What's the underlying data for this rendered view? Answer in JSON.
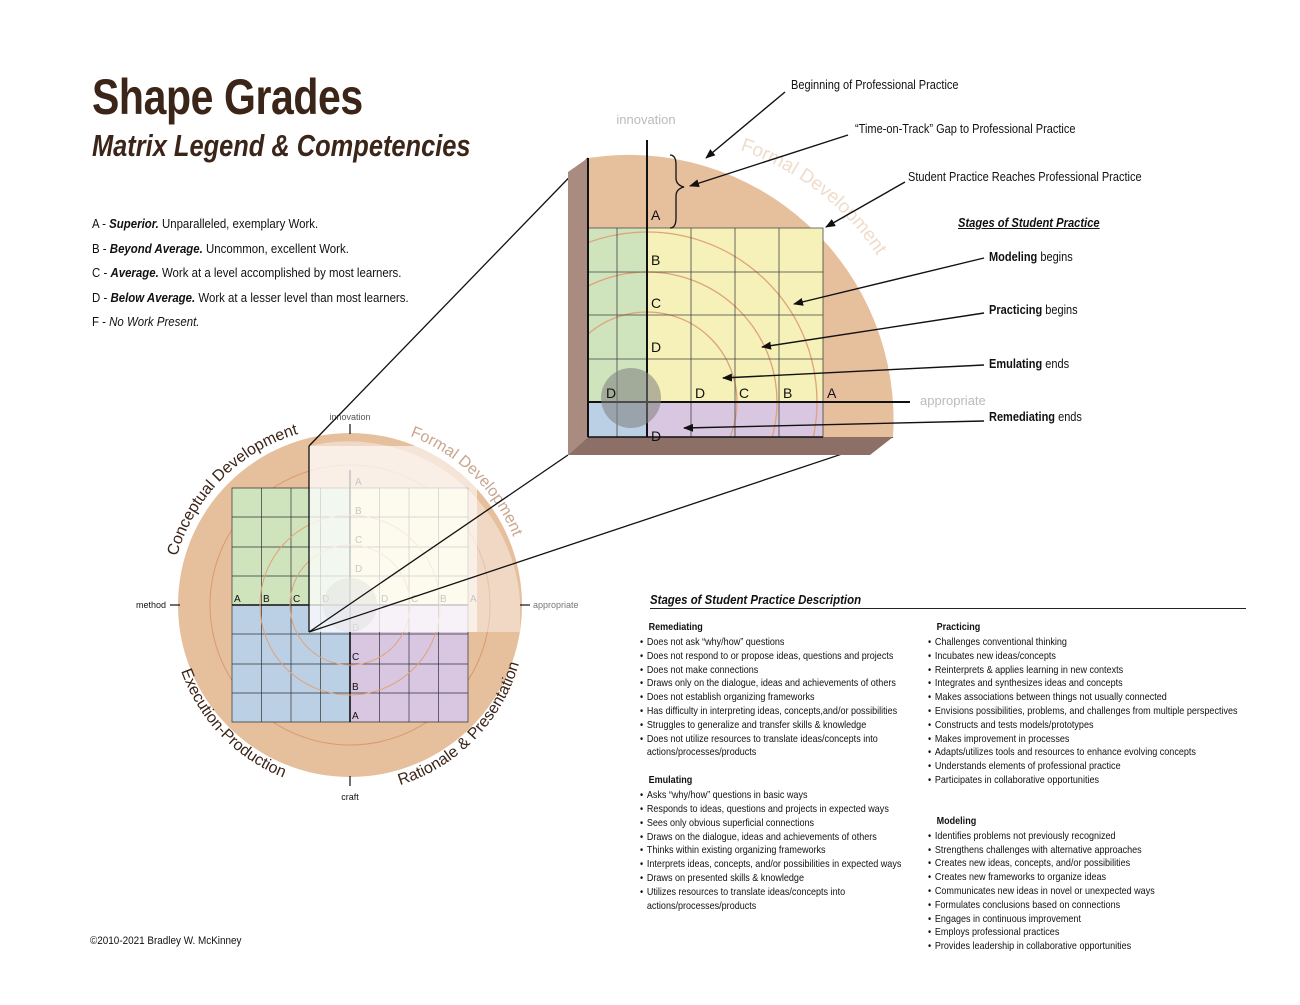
{
  "header": {
    "title": "Shape Grades",
    "subtitle": "Matrix Legend & Competencies"
  },
  "grades": [
    {
      "letter": "A - ",
      "term": "Superior.",
      "text": " Unparalleled, exemplary Work."
    },
    {
      "letter": "B - ",
      "term": "Beyond Average.",
      "text": " Uncommon, excellent Work."
    },
    {
      "letter": "C - ",
      "term": "Average.",
      "text": " Work at a level accomplished by most learners."
    },
    {
      "letter": "D - ",
      "term": "Below Average.",
      "text": " Work at a lesser level than most learners."
    },
    {
      "letter": "F - ",
      "term": "No Work Present.",
      "text": ""
    }
  ],
  "small_diagram": {
    "axis_top": "innovation",
    "axis_left": "method",
    "axis_right": "appropriate",
    "axis_bottom": "craft",
    "quadrants": [
      "Conceptual Development",
      "Formal Development",
      "Execution-Production",
      "Rationale & Presentation"
    ],
    "row_letters": [
      "A",
      "B",
      "C",
      "D"
    ],
    "col_letters_left": [
      "A",
      "B",
      "C",
      "D"
    ],
    "col_letters_right": [
      "D",
      "C",
      "B",
      "A"
    ],
    "lower_letters": [
      "D",
      "C",
      "B",
      "A"
    ]
  },
  "zoom_diagram": {
    "axis_top": "innovation",
    "axis_right": "appropriate",
    "arc_label": "Formal Development",
    "letters_vertical": [
      "A",
      "B",
      "C",
      "D"
    ],
    "letters_horizontal": [
      "D",
      "C",
      "B",
      "A"
    ],
    "letter_left": "D",
    "letter_bottom": "D"
  },
  "callouts": {
    "beginning": "Beginning of Professional Practice",
    "gap": "“Time-on-Track” Gap to Professional Practice",
    "reaches": "Student Practice Reaches Professional Practice",
    "stages_title": "Stages of Student Practice",
    "modeling_b": "Modeling",
    "modeling_r": " begins",
    "practicing_b": "Practicing",
    "practicing_r": " begins",
    "emulating_b": "Emulating",
    "emulating_r": " ends",
    "remediating_b": "Remediating",
    "remediating_r": " ends"
  },
  "description": {
    "title": "Stages of Student Practice Description",
    "remediating": {
      "heading": "Remediating",
      "items": [
        "Does not ask “why/how” questions",
        "Does not respond to or propose ideas, questions and projects",
        "Does not make connections",
        "Draws only on the dialogue, ideas and achievements of others",
        "Does not establish organizing frameworks",
        "Has difficulty in interpreting ideas, concepts,and/or possibilities",
        "Struggles to generalize and transfer skills & knowledge",
        "Does not utilize resources to translate ideas/concepts into",
        "actions/processes/products"
      ]
    },
    "emulating": {
      "heading": "Emulating",
      "items": [
        "Asks “why/how” questions in basic ways",
        "Responds to ideas, questions and projects in expected ways",
        "Sees only obvious superficial connections",
        "Draws on the dialogue, ideas and achievements of others",
        "Thinks within existing organizing frameworks",
        "Interprets ideas, concepts, and/or possibilities in expected ways",
        "Draws on presented skills & knowledge",
        "Utilizes resources to translate ideas/concepts into",
        "actions/processes/products"
      ]
    },
    "practicing": {
      "heading": "Practicing",
      "items": [
        "Challenges conventional thinking",
        "Incubates new ideas/concepts",
        "Reinterprets & applies learning in new contexts",
        "Integrates and synthesizes ideas and concepts",
        "Makes associations between things not usually connected",
        "Envisions possibilities, problems, and challenges from multiple perspectives",
        "Constructs and tests models/prototypes",
        "Makes improvement in processes",
        "Adapts/utilizes tools and resources to enhance evolving concepts",
        "Understands elements of professional practice",
        "Participates in collaborative opportunities"
      ]
    },
    "modeling": {
      "heading": "Modeling",
      "items": [
        "Identifies problems not previously recognized",
        "Strengthens challenges with alternative approaches",
        "Creates new ideas, concepts, and/or possibilities",
        "Creates new frameworks to organize ideas",
        "Communicates new ideas in novel or unexpected ways",
        "Formulates conclusions based on connections",
        "Engages in continuous improvement",
        "Employs professional practices",
        "Provides leadership in collaborative opportunities"
      ]
    }
  },
  "footer": {
    "copyright": "©2010-2021 Bradley W. McKinney"
  },
  "colors": {
    "title_brown": "#3b2418",
    "ring_tan": "#e6bf9d",
    "green": "#c9e0b6",
    "yellow": "#f6f2b4",
    "blue": "#b9cde3",
    "purple": "#d8c6e0",
    "side_brown": "#a98b80"
  }
}
